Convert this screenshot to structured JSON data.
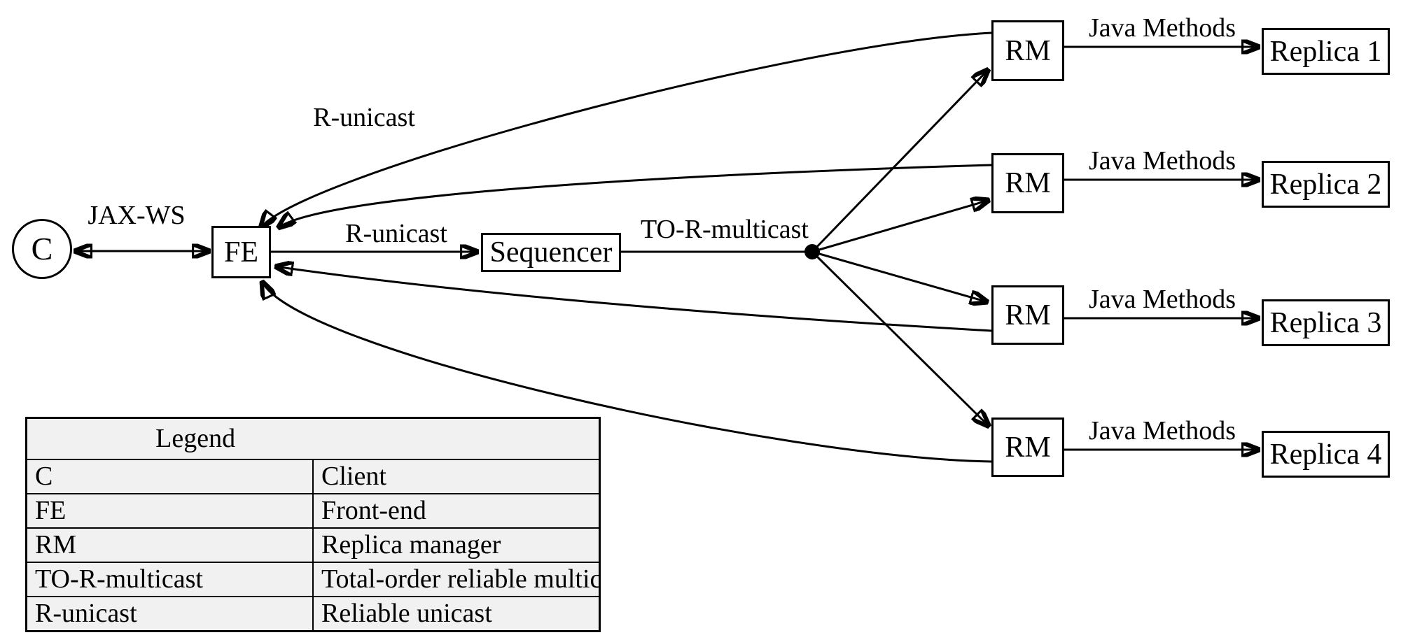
{
  "colors": {
    "line": "#000000",
    "background": "#ffffff",
    "legend_bg": "#f1f1f1"
  },
  "nodes": {
    "client": "C",
    "front_end": "FE",
    "sequencer": "Sequencer"
  },
  "edge_labels": {
    "client_fe": "JAX-WS",
    "fe_sequencer": "R-unicast",
    "rm_to_fe": "R-unicast",
    "sequencer_fanout": "TO-R-multicast"
  },
  "rm_units": [
    {
      "rm": "RM",
      "edge_label": "Java Methods",
      "replica": "Replica 1"
    },
    {
      "rm": "RM",
      "edge_label": "Java Methods",
      "replica": "Replica 2"
    },
    {
      "rm": "RM",
      "edge_label": "Java Methods",
      "replica": "Replica 3"
    },
    {
      "rm": "RM",
      "edge_label": "Java Methods",
      "replica": "Replica 4"
    }
  ],
  "legend": {
    "title": "Legend",
    "rows": [
      {
        "term": "C",
        "definition": "Client"
      },
      {
        "term": "FE",
        "definition": "Front-end"
      },
      {
        "term": "RM",
        "definition": "Replica manager"
      },
      {
        "term": "TO-R-multicast",
        "definition": "Total-order reliable multicast"
      },
      {
        "term": "R-unicast",
        "definition": "Reliable unicast"
      }
    ]
  }
}
